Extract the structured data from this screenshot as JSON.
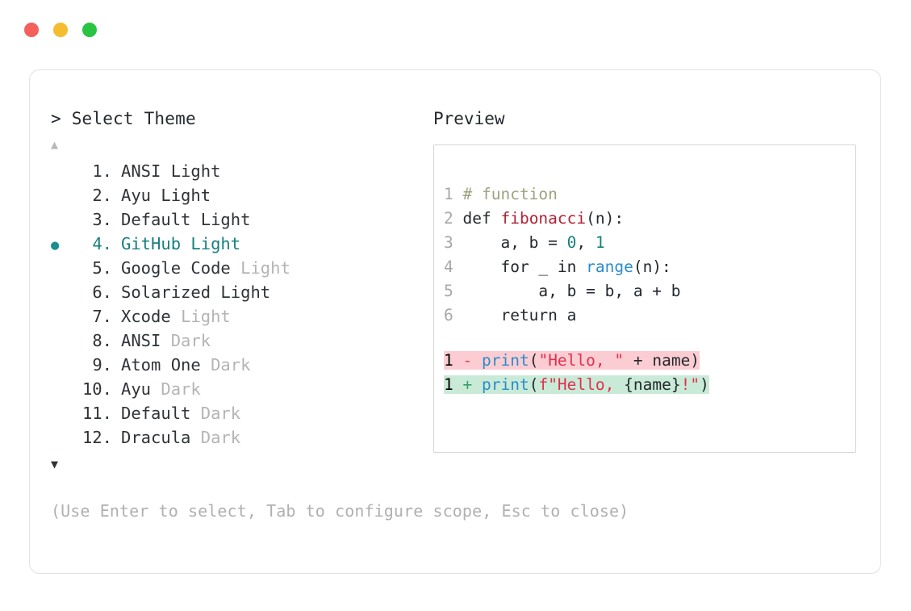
{
  "window": {
    "traffic_lights": [
      {
        "name": "close",
        "color": "#f4605c"
      },
      {
        "name": "minimize",
        "color": "#f6bc2f"
      },
      {
        "name": "maximize",
        "color": "#29c441"
      }
    ]
  },
  "accent_color": "#17807e",
  "selector": {
    "prompt_symbol": ">",
    "title": "Select Theme",
    "scroll_up_glyph": "▲",
    "scroll_down_glyph": "▼",
    "selected_index": 4,
    "selected_bullet": "●",
    "items": [
      {
        "number": "1.",
        "name": "ANSI",
        "variant": "Light",
        "variant_muted": false,
        "selected": false
      },
      {
        "number": "2.",
        "name": "Ayu",
        "variant": "Light",
        "variant_muted": false,
        "selected": false
      },
      {
        "number": "3.",
        "name": "Default",
        "variant": "Light",
        "variant_muted": false,
        "selected": false
      },
      {
        "number": "4.",
        "name": "GitHub",
        "variant": "Light",
        "variant_muted": false,
        "selected": true
      },
      {
        "number": "5.",
        "name": "Google Code",
        "variant": "Light",
        "variant_muted": true,
        "selected": false
      },
      {
        "number": "6.",
        "name": "Solarized",
        "variant": "Light",
        "variant_muted": false,
        "selected": false
      },
      {
        "number": "7.",
        "name": "Xcode",
        "variant": "Light",
        "variant_muted": true,
        "selected": false
      },
      {
        "number": "8.",
        "name": "ANSI",
        "variant": "Dark",
        "variant_muted": true,
        "selected": false
      },
      {
        "number": "9.",
        "name": "Atom One",
        "variant": "Dark",
        "variant_muted": true,
        "selected": false
      },
      {
        "number": "10.",
        "name": "Ayu",
        "variant": "Dark",
        "variant_muted": true,
        "selected": false
      },
      {
        "number": "11.",
        "name": "Default",
        "variant": "Dark",
        "variant_muted": true,
        "selected": false
      },
      {
        "number": "12.",
        "name": "Dracula",
        "variant": "Dark",
        "variant_muted": true,
        "selected": false
      }
    ],
    "hint": "(Use Enter to select, Tab to configure scope, Esc to close)"
  },
  "preview": {
    "title": "Preview",
    "code_lines": [
      {
        "ln": "1",
        "tokens": [
          {
            "t": "# function",
            "c": "tok-comment"
          }
        ]
      },
      {
        "ln": "2",
        "tokens": [
          {
            "t": "def ",
            "c": "tok-kw"
          },
          {
            "t": "fibonacci",
            "c": "tok-fn"
          },
          {
            "t": "(n):",
            "c": "tok-plain"
          }
        ]
      },
      {
        "ln": "3",
        "tokens": [
          {
            "t": "    a, b = ",
            "c": "tok-plain"
          },
          {
            "t": "0",
            "c": "tok-num"
          },
          {
            "t": ", ",
            "c": "tok-plain"
          },
          {
            "t": "1",
            "c": "tok-num"
          }
        ]
      },
      {
        "ln": "4",
        "tokens": [
          {
            "t": "    for _ in ",
            "c": "tok-plain"
          },
          {
            "t": "range",
            "c": "tok-builtin"
          },
          {
            "t": "(n):",
            "c": "tok-plain"
          }
        ]
      },
      {
        "ln": "5",
        "tokens": [
          {
            "t": "        a, b = b, a + b",
            "c": "tok-plain"
          }
        ]
      },
      {
        "ln": "6",
        "tokens": [
          {
            "t": "    return a",
            "c": "tok-plain"
          }
        ]
      }
    ],
    "diff_lines": [
      {
        "kind": "del",
        "ln": "1",
        "sign": "-",
        "tokens": [
          {
            "t": "print",
            "c": "tok-builtin"
          },
          {
            "t": "(",
            "c": "tok-plain"
          },
          {
            "t": "\"Hello, \"",
            "c": "tok-str"
          },
          {
            "t": " + name)",
            "c": "tok-plain"
          }
        ]
      },
      {
        "kind": "add",
        "ln": "1",
        "sign": "+",
        "tokens": [
          {
            "t": "print",
            "c": "tok-builtin"
          },
          {
            "t": "(",
            "c": "tok-plain"
          },
          {
            "t": "f\"Hello, ",
            "c": "tok-str"
          },
          {
            "t": "{name}",
            "c": "tok-plain"
          },
          {
            "t": "!\"",
            "c": "tok-str"
          },
          {
            "t": ")",
            "c": "tok-plain"
          }
        ]
      }
    ],
    "diff_colors": {
      "removed_bg": "#fbcdd2",
      "added_bg": "#c9ead7",
      "removed_sign": "#d94452",
      "added_sign": "#35a06a"
    }
  }
}
